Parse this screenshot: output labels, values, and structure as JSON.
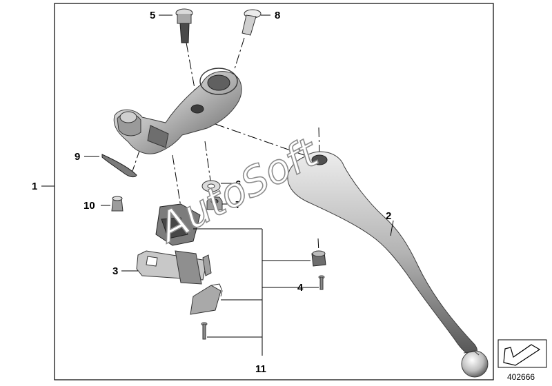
{
  "diagram": {
    "callouts": {
      "c1": "1",
      "c2": "2",
      "c3": "3",
      "c4": "4",
      "c5": "5",
      "c6": "6",
      "c7": "7",
      "c8": "8",
      "c9": "9",
      "c10": "10",
      "c11": "11"
    },
    "watermark": "AutoSoft",
    "reference_number": "402666",
    "colors": {
      "frame": "#000000",
      "part_light": "#d9d9d9",
      "part_mid": "#a6a6a6",
      "part_dark": "#4d4d4d"
    },
    "icons": [
      "arrow-direction-icon"
    ]
  }
}
